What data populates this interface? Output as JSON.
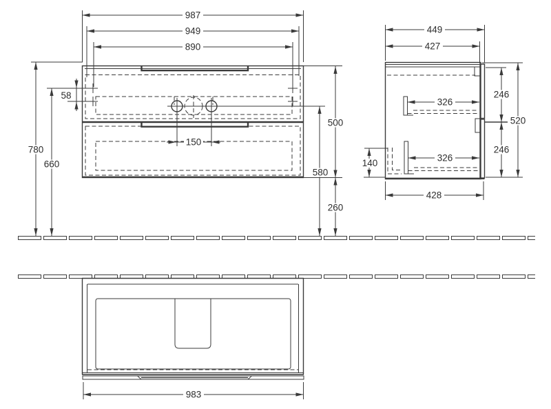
{
  "drawing_type": "furniture-technical-dimension-drawing",
  "colors": {
    "ink": "#3a3a3a",
    "background": "#ffffff"
  },
  "front_view": {
    "overall_width": "987",
    "mounting_width": "949",
    "holes_width": "890",
    "hole_vertical_gap": "58",
    "total_height": "780",
    "mounting_height": "660",
    "faucet_spacing": "150",
    "rim_height": "580",
    "cabinet_height": "500",
    "floor_clearance": "260"
  },
  "side_view": {
    "overall_depth": "449",
    "body_depth": "427",
    "top_drawer_depth": "326",
    "bottom_drawer_depth": "326",
    "top_front_height": "246",
    "bottom_front_height": "246",
    "side_height": "520",
    "siphon_clearance": "140",
    "bottom_depth": "428"
  },
  "plan_view": {
    "body_width": "983"
  }
}
